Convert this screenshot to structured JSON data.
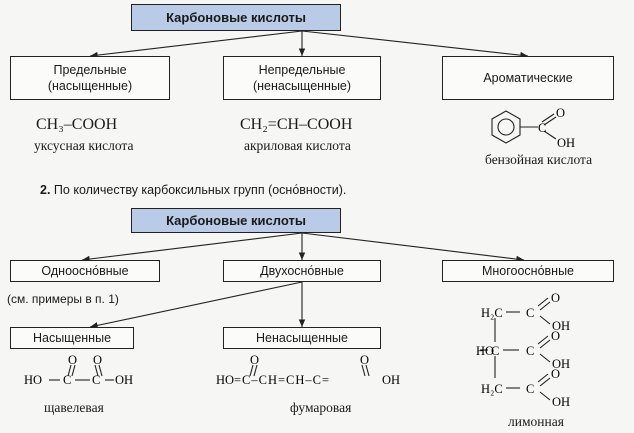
{
  "diagram1": {
    "header": "Карбоновые кислоты",
    "saturated": [
      "Предельные",
      "(насыщенные)"
    ],
    "unsaturated": [
      "Непредельные",
      "(ненасыщенные)"
    ],
    "aromatic": "Ароматические",
    "acetic_formula": "CH₃–COOH",
    "acetic_caption": "уксусная кислота",
    "acrylic_formula": "CH₂=CH–COOH",
    "acrylic_caption": "акриловая кислота",
    "benzoic_caption": "бензойная кислота"
  },
  "section2": {
    "number": "2.",
    "title": "По количеству карбоксильных групп (осно́вности)."
  },
  "diagram2": {
    "header": "Карбоновые кислоты",
    "monobasic": "Одноосно́вные",
    "dibasic": "Двухосно́вные",
    "polybasic": "Многоосно́вные",
    "note": "(см. примеры в п. 1)",
    "saturated": "Насыщенные",
    "unsaturated": "Ненасыщенные",
    "oxalic_caption": "щавелевая",
    "fumaric_formula": "=C–CH=CH–C=",
    "fumaric_caption": "фумаровая",
    "citric_caption": "лимонная"
  },
  "chem": {
    "O": "O",
    "OH": "OH",
    "HO": "HO",
    "C": "C",
    "H": "H",
    "H2C": "H₂C"
  }
}
